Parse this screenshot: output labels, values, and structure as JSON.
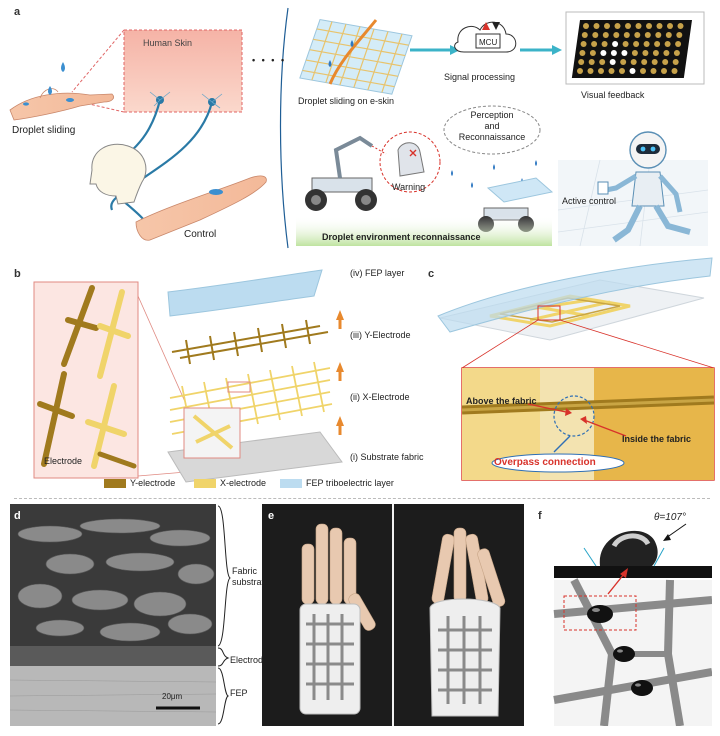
{
  "panel_a": {
    "label": "a",
    "human_skin": "Human Skin",
    "droplet_sliding": "Droplet sliding",
    "control": "Control",
    "droplet_on_eskin": "Droplet sliding on e-skin",
    "mcu": "MCU",
    "signal_processing": "Signal processing",
    "visual_feedback": "Visual feedback",
    "perception_l1": "Perception",
    "perception_l2": "and",
    "perception_l3": "Reconnaissance",
    "warning": "Warning",
    "active_control": "Active control",
    "env_recon": "Droplet environment reconnaissance",
    "ellipsis": "• • • •"
  },
  "panel_b": {
    "label": "b",
    "electrode": "Electrode",
    "layer_iv": "(iv) FEP layer",
    "layer_iii": "(iii) Y-Electrode",
    "layer_ii": "(ii) X-Electrode",
    "layer_i": "(i) Substrate fabric",
    "legend_y": "Y-electrode",
    "legend_x": "X-electrode",
    "legend_fep": "FEP triboelectric layer"
  },
  "panel_c": {
    "label": "c",
    "above": "Above the fabric",
    "inside": "Inside the fabric",
    "overpass": "Overpass connection"
  },
  "panel_d": {
    "label": "d",
    "fabric_l1": "Fabric",
    "fabric_l2": "substrate",
    "electrode": "Electrode",
    "fep": "FEP",
    "scale": "20μm"
  },
  "panel_e": {
    "label": "e"
  },
  "panel_f": {
    "label": "f",
    "angle": "θ=107°"
  },
  "colors": {
    "y_electrode": "#a07a1e",
    "x_electrode": "#f0d46a",
    "fep": "#bcdcf0",
    "overpass_text": "#d8322a",
    "accent_blue": "#2f6fb5"
  }
}
